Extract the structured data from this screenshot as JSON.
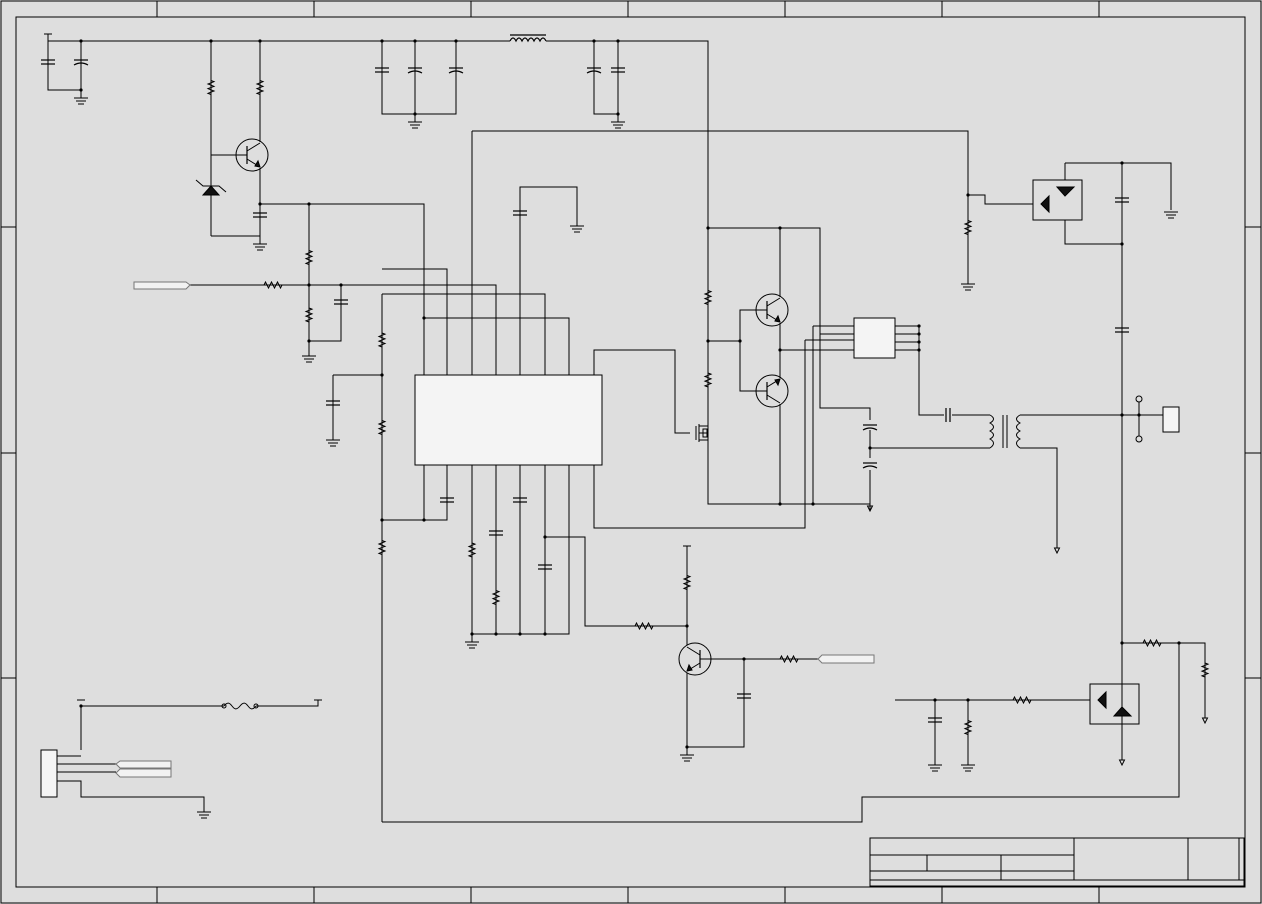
{
  "drawing": {
    "title_block_fields": {
      "title": "",
      "drawn_by": "",
      "checked_by": "",
      "date": "",
      "sheet": "",
      "revision": ""
    },
    "colors": {
      "paper": "#dedede",
      "ink": "#000000",
      "block_fill": "#f4f4f4",
      "port_fill": "#f2f2f2"
    },
    "components": {
      "main_ic": "unlabeled-integrated-circuit",
      "driver_ic": "unlabeled-small-ic",
      "transistors": [
        "npn-bias",
        "npn-driver-upper",
        "pnp-driver-lower",
        "npn-switch"
      ],
      "mosfet": "n-channel-mosfet",
      "transformer": "coupling-transformer",
      "inductor": "supply-filter-inductor",
      "fuse": "input-fuse",
      "zener": "reference-zener",
      "connector": "header-connector",
      "antenna_port": "output-port",
      "opto_couplers": [
        "feedback-opto-upper",
        "feedback-opto-lower"
      ]
    },
    "ports": [
      "input-port-left",
      "input-port-lower",
      "connector-port-1",
      "connector-port-2"
    ],
    "icons": [
      "ground-icon",
      "resistor-icon",
      "capacitor-icon",
      "transistor-icon",
      "diode-icon",
      "inductor-icon",
      "transformer-icon",
      "fuse-icon",
      "arrow-terminal-icon"
    ]
  }
}
